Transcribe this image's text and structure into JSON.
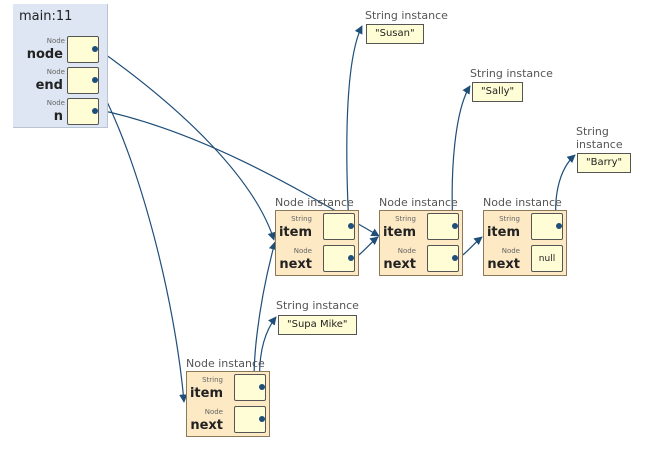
{
  "frame": {
    "title": "main:11",
    "vars": [
      {
        "type": "Node",
        "name": "node"
      },
      {
        "type": "Node",
        "name": "end"
      },
      {
        "type": "Node",
        "name": "n"
      }
    ]
  },
  "labels": {
    "node_instance": "Node instance",
    "string_instance": "String instance",
    "string_instance_wrapped": [
      "String",
      "instance"
    ]
  },
  "fields": {
    "item_type": "String",
    "item_name": "item",
    "next_type": "Node",
    "next_name": "next",
    "null_value": "null"
  },
  "strings": [
    "\"Susan\"",
    "\"Sally\"",
    "\"Barry\"",
    "\"Supa Mike\""
  ],
  "colors": {
    "frame_bg": "#dde6f2",
    "slot_bg": "#fffdd5",
    "node_bg": "#fde9c4",
    "arrow": "#1f4e79"
  }
}
